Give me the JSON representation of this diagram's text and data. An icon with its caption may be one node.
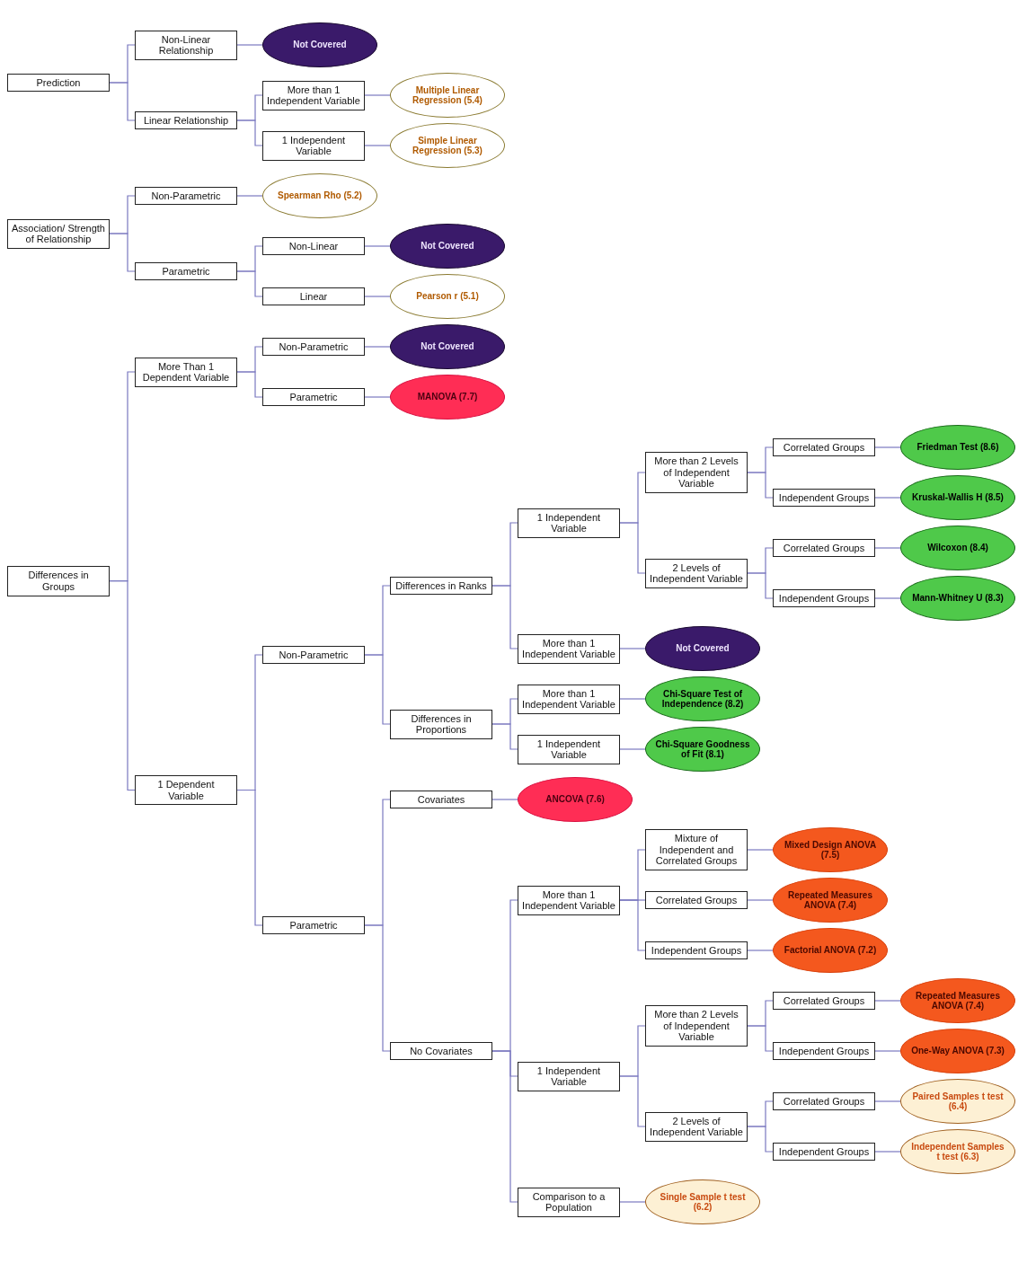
{
  "diagram": {
    "nodes": [
      {
        "text": [
          "Prediction"
        ]
      },
      {
        "text": [
          "Association/ Strength of Relationship"
        ]
      },
      {
        "text": [
          "Differences in Groups"
        ]
      },
      {
        "text": [
          "1 Dependent Variable"
        ]
      },
      {
        "text": [
          "More Than 1 Dependent Variable"
        ]
      },
      {
        "text": [
          "Parametric"
        ]
      },
      {
        "text": [
          "Non-Parametric"
        ]
      },
      {
        "text": [
          "Covariates"
        ]
      },
      {
        "text": [
          "ANCOVA (7.6)"
        ]
      },
      {
        "text": [
          "No Covariates"
        ]
      },
      {
        "text": [
          "Comparison to a Population"
        ]
      },
      {
        "text": [
          "Single Sample t test (6.2)"
        ]
      },
      {
        "text": [
          "1 Independent Variable"
        ]
      },
      {
        "text": [
          "2 Levels of Independent Variable"
        ]
      },
      {
        "text": [
          "Independent Groups"
        ]
      },
      {
        "text": [
          "Independent Samples t test (6.3)"
        ]
      },
      {
        "text": [
          "Correlated Groups"
        ]
      },
      {
        "text": [
          "Paired Samples t test (6.4)"
        ]
      },
      {
        "text": [
          "More than 2 Levels of Independent Variable"
        ]
      },
      {
        "text": [
          "Independent Groups"
        ]
      },
      {
        "text": [
          "One-Way ANOVA (7.3)"
        ]
      },
      {
        "text": [
          "Correlated Groups"
        ]
      },
      {
        "text": [
          "Repeated Measures ANOVA (7.4)"
        ]
      },
      {
        "text": [
          "More than 1 Independent Variable"
        ]
      },
      {
        "text": [
          "Independent Groups"
        ]
      },
      {
        "text": [
          "Factorial ANOVA (7.2)"
        ]
      },
      {
        "text": [
          "Correlated Groups"
        ]
      },
      {
        "text": [
          "Repeated Measures ANOVA (7.4)"
        ]
      },
      {
        "text": [
          "Mixture of Independent and Correlated Groups"
        ]
      },
      {
        "text": [
          "Mixed Design ANOVA (7.5)"
        ]
      },
      {
        "text": [
          "Differences in Proportions"
        ]
      },
      {
        "text": [
          "1 Independent Variable"
        ]
      },
      {
        "text": [
          "Chi-Square Goodness of Fit (8.1)"
        ]
      },
      {
        "text": [
          "More than 1 Independent Variable"
        ]
      },
      {
        "text": [
          "Chi-Square Test of Independence (8.2)"
        ]
      },
      {
        "text": [
          "Differences in Ranks"
        ]
      },
      {
        "text": [
          "More than 1 Independent Variable"
        ]
      },
      {
        "text": [
          "Not Covered"
        ]
      },
      {
        "text": [
          "1 Independent Variable"
        ]
      },
      {
        "text": [
          "2 Levels of Independent Variable"
        ]
      },
      {
        "text": [
          "Independent Groups"
        ]
      },
      {
        "text": [
          "Mann-Whitney U (8.3)"
        ]
      },
      {
        "text": [
          "Correlated Groups"
        ]
      },
      {
        "text": [
          "Wilcoxon (8.4)"
        ]
      },
      {
        "text": [
          "More than 2 Levels of Independent Variable"
        ]
      },
      {
        "text": [
          "Independent Groups"
        ]
      },
      {
        "text": [
          "Kruskal-Wallis H (8.5)"
        ]
      },
      {
        "text": [
          "Correlated Groups"
        ]
      },
      {
        "text": [
          "Friedman Test (8.6)"
        ]
      },
      {
        "text": [
          "Parametric"
        ]
      },
      {
        "text": [
          "MANOVA (7.7)"
        ]
      },
      {
        "text": [
          "Non-Parametric"
        ]
      },
      {
        "text": [
          "Not Covered"
        ]
      },
      {
        "text": [
          "Parametric"
        ]
      },
      {
        "text": [
          "Linear"
        ]
      },
      {
        "text": [
          "Pearson r (5.1)"
        ]
      },
      {
        "text": [
          "Non-Linear"
        ]
      },
      {
        "text": [
          "Not Covered"
        ]
      },
      {
        "text": [
          "Non-Parametric"
        ]
      },
      {
        "text": [
          "Spearman Rho (5.2)"
        ]
      },
      {
        "text": [
          "Linear Relationship"
        ]
      },
      {
        "text": [
          "1 Independent Variable"
        ]
      },
      {
        "text": [
          "Simple Linear Regression (5.3)"
        ]
      },
      {
        "text": [
          "More than 1 Independent Variable"
        ]
      },
      {
        "text": [
          "Multiple Linear Regression (5.4)"
        ]
      },
      {
        "text": [
          "Non-Linear Relationship"
        ]
      },
      {
        "text": [
          "Not Covered"
        ]
      }
    ],
    "edges": [
      {
        "from": 0,
        "to": 65,
        "arrow": "none"
      },
      {
        "from": 65,
        "to": 66,
        "arrow": "none"
      },
      {
        "from": 0,
        "to": 60,
        "arrow": "none"
      },
      {
        "from": 60,
        "to": 63,
        "arrow": "none"
      },
      {
        "from": 63,
        "to": 64,
        "arrow": "none"
      },
      {
        "from": 60,
        "to": 61,
        "arrow": "none"
      },
      {
        "from": 61,
        "to": 62,
        "arrow": "none"
      },
      {
        "from": 1,
        "to": 58,
        "arrow": "none"
      },
      {
        "from": 58,
        "to": 59,
        "arrow": "none"
      },
      {
        "from": 1,
        "to": 53,
        "arrow": "none"
      },
      {
        "from": 53,
        "to": 56,
        "arrow": "none"
      },
      {
        "from": 56,
        "to": 57,
        "arrow": "none"
      },
      {
        "from": 53,
        "to": 54,
        "arrow": "none"
      },
      {
        "from": 54,
        "to": 55,
        "arrow": "none"
      },
      {
        "from": 2,
        "to": 4,
        "arrow": "none"
      },
      {
        "from": 4,
        "to": 51,
        "arrow": "none"
      },
      {
        "from": 51,
        "to": 52,
        "arrow": "none"
      },
      {
        "from": 4,
        "to": 49,
        "arrow": "none"
      },
      {
        "from": 49,
        "to": 50,
        "arrow": "none"
      },
      {
        "from": 2,
        "to": 3,
        "arrow": "none"
      },
      {
        "from": 3,
        "to": 6,
        "arrow": "none"
      },
      {
        "from": 6,
        "to": 35,
        "arrow": "none"
      },
      {
        "from": 35,
        "to": 38,
        "arrow": "none"
      },
      {
        "from": 38,
        "to": 44,
        "arrow": "none"
      },
      {
        "from": 44,
        "to": 47,
        "arrow": "none"
      },
      {
        "from": 47,
        "to": 48,
        "arrow": "none"
      },
      {
        "from": 44,
        "to": 45,
        "arrow": "none"
      },
      {
        "from": 45,
        "to": 46,
        "arrow": "none"
      },
      {
        "from": 38,
        "to": 39,
        "arrow": "none"
      },
      {
        "from": 39,
        "to": 42,
        "arrow": "none"
      },
      {
        "from": 42,
        "to": 43,
        "arrow": "none"
      },
      {
        "from": 39,
        "to": 40,
        "arrow": "none"
      },
      {
        "from": 40,
        "to": 41,
        "arrow": "none"
      },
      {
        "from": 35,
        "to": 36,
        "arrow": "none"
      },
      {
        "from": 36,
        "to": 37,
        "arrow": "none"
      },
      {
        "from": 6,
        "to": 30,
        "arrow": "none"
      },
      {
        "from": 30,
        "to": 33,
        "arrow": "none"
      },
      {
        "from": 33,
        "to": 34,
        "arrow": "none"
      },
      {
        "from": 30,
        "to": 31,
        "arrow": "none"
      },
      {
        "from": 31,
        "to": 32,
        "arrow": "none"
      },
      {
        "from": 3,
        "to": 5,
        "arrow": "none"
      },
      {
        "from": 5,
        "to": 7,
        "arrow": "none"
      },
      {
        "from": 7,
        "to": 8,
        "arrow": "none"
      },
      {
        "from": 5,
        "to": 9,
        "arrow": "none"
      },
      {
        "from": 9,
        "to": 23,
        "arrow": "none"
      },
      {
        "from": 23,
        "to": 28,
        "arrow": "none"
      },
      {
        "from": 28,
        "to": 29,
        "arrow": "none"
      },
      {
        "from": 23,
        "to": 26,
        "arrow": "none"
      },
      {
        "from": 26,
        "to": 27,
        "arrow": "none"
      },
      {
        "from": 23,
        "to": 24,
        "arrow": "none"
      },
      {
        "from": 24,
        "to": 25,
        "arrow": "none"
      },
      {
        "from": 9,
        "to": 12,
        "arrow": "none"
      },
      {
        "from": 12,
        "to": 18,
        "arrow": "none"
      },
      {
        "from": 18,
        "to": 21,
        "arrow": "none"
      },
      {
        "from": 21,
        "to": 22,
        "arrow": "none"
      },
      {
        "from": 18,
        "to": 19,
        "arrow": "none"
      },
      {
        "from": 19,
        "to": 20,
        "arrow": "none"
      },
      {
        "from": 12,
        "to": 13,
        "arrow": "none"
      },
      {
        "from": 13,
        "to": 16,
        "arrow": "none"
      },
      {
        "from": 16,
        "to": 17,
        "arrow": "none"
      },
      {
        "from": 13,
        "to": 14,
        "arrow": "none"
      },
      {
        "from": 14,
        "to": 15,
        "arrow": "none"
      },
      {
        "from": 9,
        "to": 10,
        "arrow": "none"
      },
      {
        "from": 10,
        "to": 11,
        "arrow": "none"
      }
    ]
  }
}
